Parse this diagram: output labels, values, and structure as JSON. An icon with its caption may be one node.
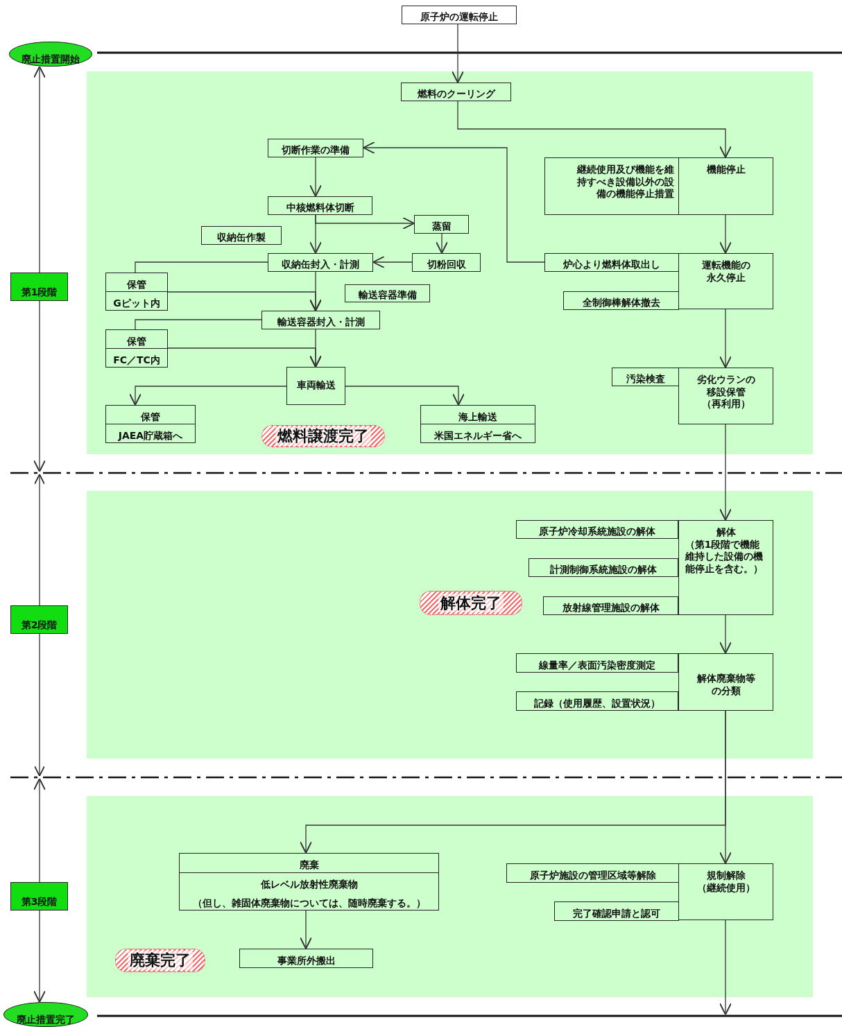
{
  "diagram": {
    "nodes": [
      {
        "text": [
          "原子炉の運転停止"
        ]
      },
      {
        "text": [
          "廃止措置開始"
        ]
      },
      {
        "text": [
          "第1段階"
        ]
      },
      {
        "text": [
          "燃料のクーリング"
        ]
      },
      {
        "text": [
          "切断作業の準備"
        ]
      },
      {
        "text": [
          "継続使用及び機能を維持すべき設備以外の設備の機能停止措置"
        ]
      },
      {
        "text": [
          "機能停止"
        ]
      },
      {
        "text": [
          "中核燃料体切断"
        ]
      },
      {
        "text": [
          "蒸留"
        ]
      },
      {
        "text": [
          "収納缶作製"
        ]
      },
      {
        "text": [
          "収納缶封入・計測"
        ]
      },
      {
        "text": [
          "切粉回収"
        ]
      },
      {
        "text": [
          "炉心より燃料体取出し"
        ]
      },
      {
        "text": [
          "運転機能の永久停止"
        ]
      },
      {
        "text": [
          "保管",
          "Gピット内"
        ]
      },
      {
        "text": [
          "輸送容器準備"
        ]
      },
      {
        "text": [
          "全制御棒解体撤去"
        ]
      },
      {
        "text": [
          "輸送容器封入・計測"
        ]
      },
      {
        "text": [
          "保管",
          "FC／TC内"
        ]
      },
      {
        "text": [
          "車両輸送"
        ]
      },
      {
        "text": [
          "汚染検査"
        ]
      },
      {
        "text": [
          "劣化ウランの移設保管",
          "（再利用）"
        ]
      },
      {
        "text": [
          "保管",
          "JAEA貯蔵箱へ"
        ]
      },
      {
        "text": [
          "海上輸送",
          "米国エネルギー省へ"
        ]
      },
      {
        "text": [
          "燃料譲渡完了"
        ]
      },
      {
        "text": [
          "第2段階"
        ]
      },
      {
        "text": [
          "原子炉冷却系統施設の解体"
        ]
      },
      {
        "text": [
          "解体",
          "（第1段階で機能維持した設備の機能停止を含む。）"
        ]
      },
      {
        "text": [
          "計測制御系統施設の解体"
        ]
      },
      {
        "text": [
          "解体完了"
        ]
      },
      {
        "text": [
          "放射線管理施設の解体"
        ]
      },
      {
        "text": [
          "線量率／表面汚染密度測定"
        ]
      },
      {
        "text": [
          "解体廃棄物等の分類"
        ]
      },
      {
        "text": [
          "記録（使用履歴、設置状況）"
        ]
      },
      {
        "text": [
          "第3段階"
        ]
      },
      {
        "text": [
          "廃棄",
          "低レベル放射性廃棄物",
          "（但し、雑固体廃棄物については、随時廃棄する。）"
        ]
      },
      {
        "text": [
          "原子炉施設の管理区域等解除"
        ]
      },
      {
        "text": [
          "規制解除",
          "（継続使用）"
        ]
      },
      {
        "text": [
          "完了確認申請と認可"
        ]
      },
      {
        "text": [
          "廃棄完了"
        ]
      },
      {
        "text": [
          "事業所外搬出"
        ]
      },
      {
        "text": [
          "廃止措置完了"
        ]
      }
    ],
    "edges": [
      {
        "from": 0,
        "to": 3,
        "arrow": "to"
      },
      {
        "from": 3,
        "to": 6,
        "arrow": "to"
      },
      {
        "from": 12,
        "to": 4,
        "arrow": "to"
      },
      {
        "from": 4,
        "to": 7,
        "arrow": "to"
      },
      {
        "from": 7,
        "to": 8,
        "arrow": "to"
      },
      {
        "from": 7,
        "to": 10,
        "arrow": "to"
      },
      {
        "from": 8,
        "to": 11,
        "arrow": "to"
      },
      {
        "from": 11,
        "to": 10,
        "arrow": "to"
      },
      {
        "from": 6,
        "to": 13,
        "arrow": "to"
      },
      {
        "from": 10,
        "to": 14,
        "arrow": "none"
      },
      {
        "from": 14,
        "to": 17,
        "arrow": "to"
      },
      {
        "from": 10,
        "to": 17,
        "arrow": "to"
      },
      {
        "from": 17,
        "to": 18,
        "arrow": "none"
      },
      {
        "from": 18,
        "to": 19,
        "arrow": "to"
      },
      {
        "from": 17,
        "to": 19,
        "arrow": "to"
      },
      {
        "from": 19,
        "to": 22,
        "arrow": "to"
      },
      {
        "from": 19,
        "to": 23,
        "arrow": "to"
      },
      {
        "from": 13,
        "to": 21,
        "arrow": "to"
      },
      {
        "from": 21,
        "to": 27,
        "arrow": "to"
      },
      {
        "from": 27,
        "to": 32,
        "arrow": "to"
      },
      {
        "from": 32,
        "to": 35,
        "arrow": "to"
      },
      {
        "from": 32,
        "to": 37,
        "arrow": "to"
      },
      {
        "from": 35,
        "to": 40,
        "arrow": "to"
      },
      {
        "from": 37,
        "to": null,
        "arrow": "to"
      },
      {
        "from": 1,
        "to": null,
        "arrow": "both"
      },
      {
        "from": null,
        "to": 41,
        "arrow": "both"
      }
    ]
  }
}
